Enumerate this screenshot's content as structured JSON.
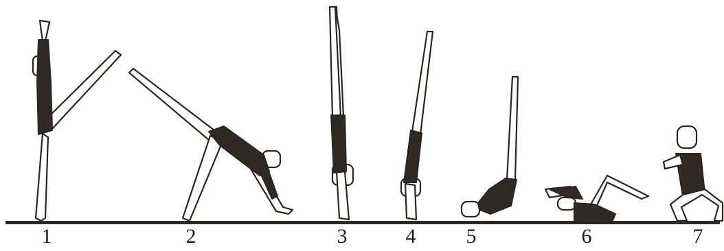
{
  "floor_color": "#2f2a26",
  "suit_color": "#2f2a26",
  "figures": [
    {
      "label": "1"
    },
    {
      "label": "2"
    },
    {
      "label": "3"
    },
    {
      "label": "4"
    },
    {
      "label": "5"
    },
    {
      "label": "6"
    },
    {
      "label": "7"
    }
  ]
}
